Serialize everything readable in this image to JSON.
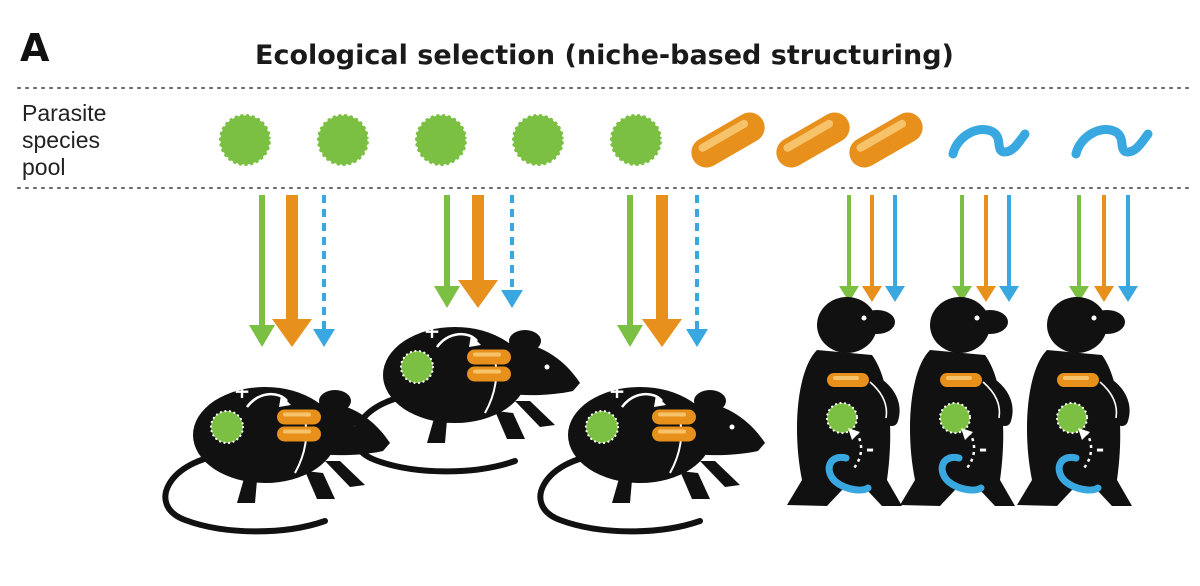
{
  "panel": {
    "letter": "A",
    "title": "Ecological selection (niche-based structuring)",
    "pool_label_lines": [
      "Parasite",
      "species",
      "pool"
    ]
  },
  "colors": {
    "virus_green": "#7bc043",
    "bacterium_orange": "#e8901c",
    "worm_blue": "#3aa8e0",
    "host_black": "#111111"
  },
  "host_marks": {
    "positive": "+",
    "negative": "-"
  },
  "parasite_pool": [
    {
      "kind": "virus"
    },
    {
      "kind": "virus"
    },
    {
      "kind": "virus"
    },
    {
      "kind": "virus"
    },
    {
      "kind": "virus"
    },
    {
      "kind": "bacterium"
    },
    {
      "kind": "bacterium"
    },
    {
      "kind": "bacterium"
    },
    {
      "kind": "worm"
    },
    {
      "kind": "worm"
    }
  ],
  "hosts": [
    {
      "type": "mouse",
      "arrows": [
        {
          "parasite": "virus",
          "strength": "strong"
        },
        {
          "parasite": "bacterium",
          "strength": "strongest"
        },
        {
          "parasite": "worm",
          "strength": "dashed"
        }
      ],
      "interaction": "positive"
    },
    {
      "type": "mouse",
      "arrows": [
        {
          "parasite": "virus",
          "strength": "strong"
        },
        {
          "parasite": "bacterium",
          "strength": "strongest"
        },
        {
          "parasite": "worm",
          "strength": "dashed"
        }
      ],
      "interaction": "positive"
    },
    {
      "type": "mouse",
      "arrows": [
        {
          "parasite": "virus",
          "strength": "strong"
        },
        {
          "parasite": "bacterium",
          "strength": "strongest"
        },
        {
          "parasite": "worm",
          "strength": "dashed"
        }
      ],
      "interaction": "positive"
    },
    {
      "type": "prairie-dog",
      "arrows": [
        {
          "parasite": "virus",
          "strength": "thin"
        },
        {
          "parasite": "bacterium",
          "strength": "thin"
        },
        {
          "parasite": "worm",
          "strength": "thin"
        }
      ],
      "interaction": "negative"
    },
    {
      "type": "prairie-dog",
      "arrows": [
        {
          "parasite": "virus",
          "strength": "thin"
        },
        {
          "parasite": "bacterium",
          "strength": "thin"
        },
        {
          "parasite": "worm",
          "strength": "thin"
        }
      ],
      "interaction": "negative"
    },
    {
      "type": "prairie-dog",
      "arrows": [
        {
          "parasite": "virus",
          "strength": "thin"
        },
        {
          "parasite": "bacterium",
          "strength": "thin"
        },
        {
          "parasite": "worm",
          "strength": "thin"
        }
      ],
      "interaction": "negative"
    }
  ]
}
